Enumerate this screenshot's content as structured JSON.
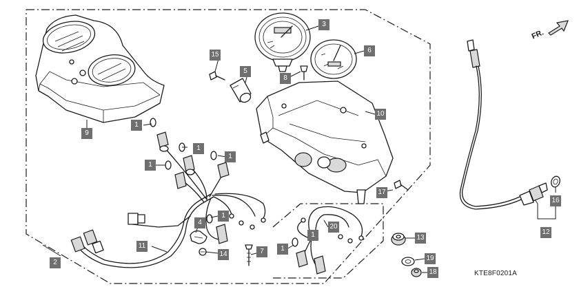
{
  "diagram": {
    "drawing_code": "KTE8F0201A",
    "direction_label": "FR.",
    "callouts": {
      "c1a": "1",
      "c1b": "1",
      "c1c": "1",
      "c1d": "1",
      "c1e": "1",
      "c1f": "1",
      "c1g": "1",
      "c2": "2",
      "c3": "3",
      "c4": "4",
      "c5": "5",
      "c6": "6",
      "c7": "7",
      "c8": "8",
      "c9": "9",
      "c10": "10",
      "c11": "11",
      "c12": "12",
      "c13": "13",
      "c14": "14",
      "c15": "15",
      "c16": "16",
      "c17": "17",
      "c18": "18",
      "c19": "19",
      "c20": "20"
    }
  }
}
